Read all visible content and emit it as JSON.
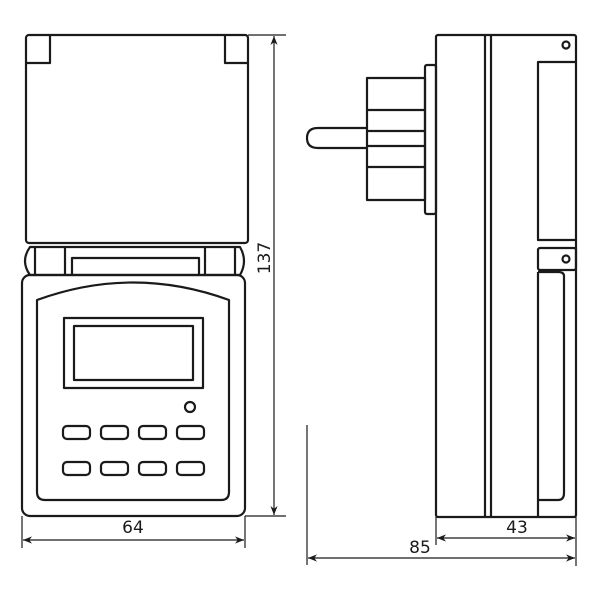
{
  "dimensions": {
    "height": "137",
    "front_width": "64",
    "body_depth": "43",
    "total_depth": "85"
  },
  "colors": {
    "line": "#1a1a1a",
    "background": "#ffffff"
  }
}
